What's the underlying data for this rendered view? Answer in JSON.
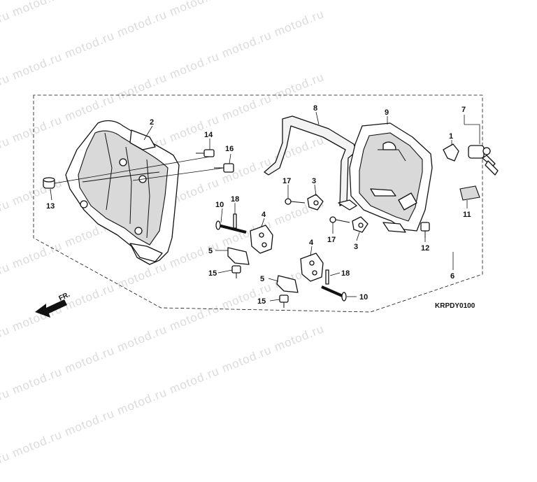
{
  "watermark": {
    "text": "motod.ru motod.ru motod.ru motod.ru motod.ru motod.ru motod.ru"
  },
  "diagram": {
    "code": "KRPDY0100",
    "direction_label": "FR.",
    "callouts": [
      {
        "id": "c-2",
        "label": "2"
      },
      {
        "id": "c-14",
        "label": "14"
      },
      {
        "id": "c-16",
        "label": "16"
      },
      {
        "id": "c-13",
        "label": "13"
      },
      {
        "id": "c-10a",
        "label": "10"
      },
      {
        "id": "c-18a",
        "label": "18"
      },
      {
        "id": "c-4a",
        "label": "4"
      },
      {
        "id": "c-5a",
        "label": "5"
      },
      {
        "id": "c-15a",
        "label": "15"
      },
      {
        "id": "c-8",
        "label": "8"
      },
      {
        "id": "c-9",
        "label": "9"
      },
      {
        "id": "c-7",
        "label": "7"
      },
      {
        "id": "c-1",
        "label": "1"
      },
      {
        "id": "c-17a",
        "label": "17"
      },
      {
        "id": "c-3a",
        "label": "3"
      },
      {
        "id": "c-17b",
        "label": "17"
      },
      {
        "id": "c-3b",
        "label": "3"
      },
      {
        "id": "c-11",
        "label": "11"
      },
      {
        "id": "c-12",
        "label": "12"
      },
      {
        "id": "c-6",
        "label": "6"
      },
      {
        "id": "c-4b",
        "label": "4"
      },
      {
        "id": "c-5b",
        "label": "5"
      },
      {
        "id": "c-18b",
        "label": "18"
      },
      {
        "id": "c-10b",
        "label": "10"
      },
      {
        "id": "c-15b",
        "label": "15"
      }
    ]
  }
}
